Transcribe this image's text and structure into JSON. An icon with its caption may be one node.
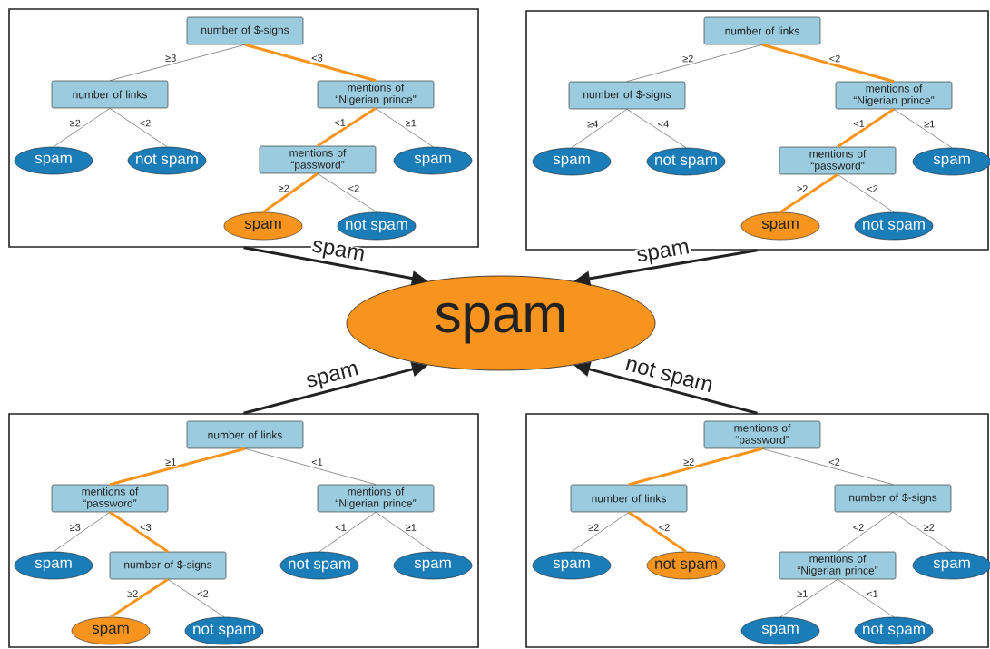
{
  "diagram": {
    "nodes": [
      {
        "text": [],
        "shape": "box"
      },
      {
        "text": [
          "number of $-signs"
        ],
        "in": 0
      },
      {
        "text": [
          "number of links"
        ],
        "in": 0
      },
      {
        "text": [
          "mentions of “Nigerian prince”"
        ],
        "in": 0
      },
      {
        "text": [
          "spam"
        ],
        "in": 0
      },
      {
        "text": [
          "not spam"
        ],
        "in": 0
      },
      {
        "text": [
          "mentions of “password”"
        ],
        "in": 0
      },
      {
        "text": [
          "spam"
        ],
        "in": 0
      },
      {
        "text": [
          "spam"
        ],
        "in": 0
      },
      {
        "text": [
          "not spam"
        ],
        "in": 0
      },
      {
        "text": [],
        "shape": "box"
      },
      {
        "text": [
          "number of links"
        ],
        "in": 10
      },
      {
        "text": [
          "number of $-signs"
        ],
        "in": 10
      },
      {
        "text": [
          "mentions of “Nigerian prince”"
        ],
        "in": 10
      },
      {
        "text": [
          "spam"
        ],
        "in": 10
      },
      {
        "text": [
          "not spam"
        ],
        "in": 10
      },
      {
        "text": [
          "mentions of “password”"
        ],
        "in": 10
      },
      {
        "text": [
          "spam"
        ],
        "in": 10
      },
      {
        "text": [
          "spam"
        ],
        "in": 10
      },
      {
        "text": [
          "not spam"
        ],
        "in": 10
      },
      {
        "text": [
          "spam"
        ]
      },
      {
        "text": [],
        "shape": "box"
      },
      {
        "text": [
          "number of links"
        ],
        "in": 21
      },
      {
        "text": [
          "mentions of “password”"
        ],
        "in": 21
      },
      {
        "text": [
          "mentions of “Nigerian prince”"
        ],
        "in": 21
      },
      {
        "text": [
          "spam"
        ],
        "in": 21
      },
      {
        "text": [
          "number of $-signs"
        ],
        "in": 21
      },
      {
        "text": [
          "not spam"
        ],
        "in": 21
      },
      {
        "text": [
          "spam"
        ],
        "in": 21
      },
      {
        "text": [
          "spam"
        ],
        "in": 21
      },
      {
        "text": [
          "not spam"
        ],
        "in": 21
      },
      {
        "text": [],
        "shape": "box"
      },
      {
        "text": [
          "mentions of “password”"
        ],
        "in": 31
      },
      {
        "text": [
          "number of links"
        ],
        "in": 31
      },
      {
        "text": [
          "number of $-signs"
        ],
        "in": 31
      },
      {
        "text": [
          "spam"
        ],
        "in": 31
      },
      {
        "text": [
          "not spam"
        ],
        "in": 31
      },
      {
        "text": [
          "mentions of “Nigerian prince”"
        ],
        "in": 31
      },
      {
        "text": [
          "spam"
        ],
        "in": 31
      },
      {
        "text": [
          "spam"
        ],
        "in": 31
      },
      {
        "text": [
          "not spam"
        ],
        "in": 31
      }
    ],
    "edges": [
      {
        "from": 1,
        "to": 2,
        "arrow": "none",
        "label": "≥3"
      },
      {
        "from": 1,
        "to": 3,
        "arrow": "none",
        "label": "<3",
        "style": "thick",
        "color": "#f7941d"
      },
      {
        "from": 2,
        "to": 4,
        "arrow": "none",
        "label": "≥2"
      },
      {
        "from": 2,
        "to": 5,
        "arrow": "none",
        "label": "<2"
      },
      {
        "from": 3,
        "to": 6,
        "arrow": "none",
        "label": "<1",
        "style": "thick",
        "color": "#f7941d"
      },
      {
        "from": 3,
        "to": 7,
        "arrow": "none",
        "label": "≥1"
      },
      {
        "from": 6,
        "to": 8,
        "arrow": "none",
        "label": "≥2",
        "style": "thick",
        "color": "#f7941d"
      },
      {
        "from": 6,
        "to": 9,
        "arrow": "none",
        "label": "<2"
      },
      {
        "from": 11,
        "to": 12,
        "arrow": "none",
        "label": "≥2"
      },
      {
        "from": 11,
        "to": 13,
        "arrow": "none",
        "label": "<2",
        "style": "thick",
        "color": "#f7941d"
      },
      {
        "from": 12,
        "to": 14,
        "arrow": "none",
        "label": "≥4"
      },
      {
        "from": 12,
        "to": 15,
        "arrow": "none",
        "label": "<4"
      },
      {
        "from": 13,
        "to": 16,
        "arrow": "none",
        "label": "<1",
        "style": "thick",
        "color": "#f7941d"
      },
      {
        "from": 13,
        "to": 17,
        "arrow": "none",
        "label": "≥1"
      },
      {
        "from": 16,
        "to": 18,
        "arrow": "none",
        "label": "≥2",
        "style": "thick",
        "color": "#f7941d"
      },
      {
        "from": 16,
        "to": 19,
        "arrow": "none",
        "label": "<2"
      },
      {
        "from": 22,
        "to": 23,
        "arrow": "none",
        "label": "≥1",
        "style": "thick",
        "color": "#f7941d"
      },
      {
        "from": 22,
        "to": 24,
        "arrow": "none",
        "label": "<1"
      },
      {
        "from": 23,
        "to": 25,
        "arrow": "none",
        "label": "≥3"
      },
      {
        "from": 23,
        "to": 26,
        "arrow": "none",
        "label": "<3",
        "style": "thick",
        "color": "#f7941d"
      },
      {
        "from": 24,
        "to": 27,
        "arrow": "none",
        "label": "<1"
      },
      {
        "from": 24,
        "to": 28,
        "arrow": "none",
        "label": "≥1"
      },
      {
        "from": 26,
        "to": 29,
        "arrow": "none",
        "label": "≥2",
        "style": "thick",
        "color": "#f7941d"
      },
      {
        "from": 26,
        "to": 30,
        "arrow": "none",
        "label": "<2"
      },
      {
        "from": 32,
        "to": 33,
        "arrow": "none",
        "label": "≥2",
        "style": "thick",
        "color": "#f7941d"
      },
      {
        "from": 32,
        "to": 34,
        "arrow": "none",
        "label": "<2"
      },
      {
        "from": 33,
        "to": 35,
        "arrow": "none",
        "label": "≥2"
      },
      {
        "from": 33,
        "to": 36,
        "arrow": "none",
        "label": "<2",
        "style": "thick",
        "color": "#f7941d"
      },
      {
        "from": 34,
        "to": 37,
        "arrow": "none",
        "label": "<2"
      },
      {
        "from": 34,
        "to": 38,
        "arrow": "none",
        "label": "≥2"
      },
      {
        "from": 37,
        "to": 39,
        "arrow": "none",
        "label": "≥1"
      },
      {
        "from": 37,
        "to": 40,
        "arrow": "none",
        "label": "<1"
      },
      {
        "from": 0,
        "to": 20,
        "arrow": "to",
        "label": "spam",
        "style": "thick"
      },
      {
        "from": 10,
        "to": 20,
        "arrow": "to",
        "label": "spam",
        "style": "thick"
      },
      {
        "from": 21,
        "to": 20,
        "arrow": "to",
        "label": "spam",
        "style": "thick"
      },
      {
        "from": 31,
        "to": 20,
        "arrow": "to",
        "label": "not spam",
        "style": "thick"
      }
    ]
  }
}
